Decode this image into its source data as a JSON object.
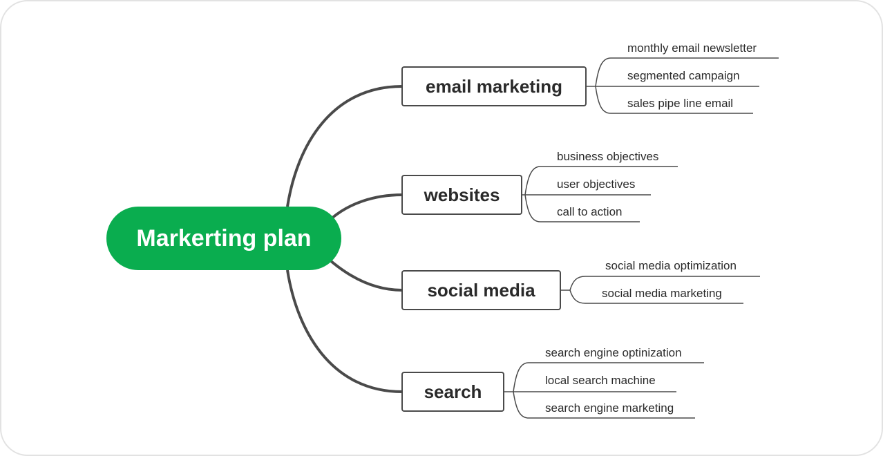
{
  "diagram": {
    "root": {
      "label": "Markerting plan"
    },
    "branches": [
      {
        "label": "email marketing",
        "leaves": [
          "monthly email newsletter",
          "segmented campaign",
          "sales pipe line email"
        ]
      },
      {
        "label": "websites",
        "leaves": [
          "business objectives",
          "user objectives",
          "call to action"
        ]
      },
      {
        "label": "social media",
        "leaves": [
          "social media optimization",
          "social media marketing"
        ]
      },
      {
        "label": "search",
        "leaves": [
          "search engine optinization",
          "local search machine",
          "search engine marketing"
        ]
      }
    ]
  },
  "colors": {
    "root_fill": "#0aad4f",
    "root_text": "#ffffff",
    "line": "#4a4a4a",
    "text": "#2a2a2a",
    "frame_border": "#e2e2e2"
  }
}
